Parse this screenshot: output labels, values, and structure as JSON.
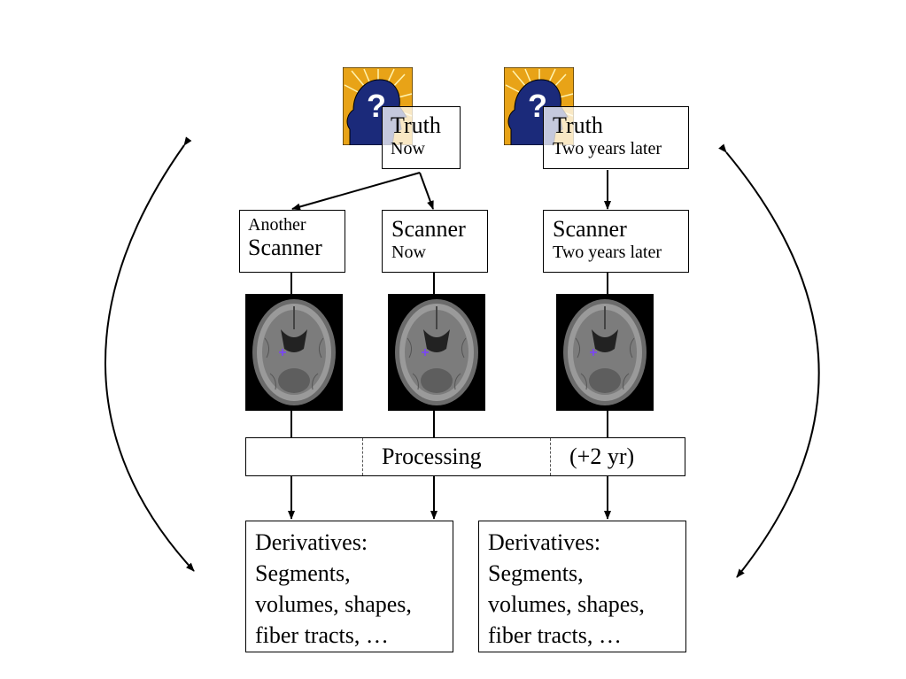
{
  "truth_now": {
    "title": "Truth",
    "subtitle": "Now"
  },
  "truth_later": {
    "title": "Truth",
    "subtitle": "Two years later"
  },
  "another_scanner": {
    "line1": "Another",
    "line2": "Scanner"
  },
  "scanner_now": {
    "title": "Scanner",
    "subtitle": "Now"
  },
  "scanner_later": {
    "title": "Scanner",
    "subtitle": "Two years later"
  },
  "processing": {
    "label": "Processing",
    "plus_label": "(+2 yr)"
  },
  "derivatives_left": {
    "lines": [
      "Derivatives:",
      "Segments,",
      "volumes, shapes,",
      "fiber tracts, …"
    ]
  },
  "derivatives_right": {
    "lines": [
      "Derivatives:",
      "Segments,",
      "volumes, shapes,",
      "fiber tracts, …"
    ]
  },
  "icons": {
    "truth": "head-question-icon",
    "scan": "brain-mri-icon"
  },
  "colors": {
    "icon_bg": "#e8a317",
    "icon_head": "#1b2a7a",
    "mri_bg": "#000000"
  }
}
